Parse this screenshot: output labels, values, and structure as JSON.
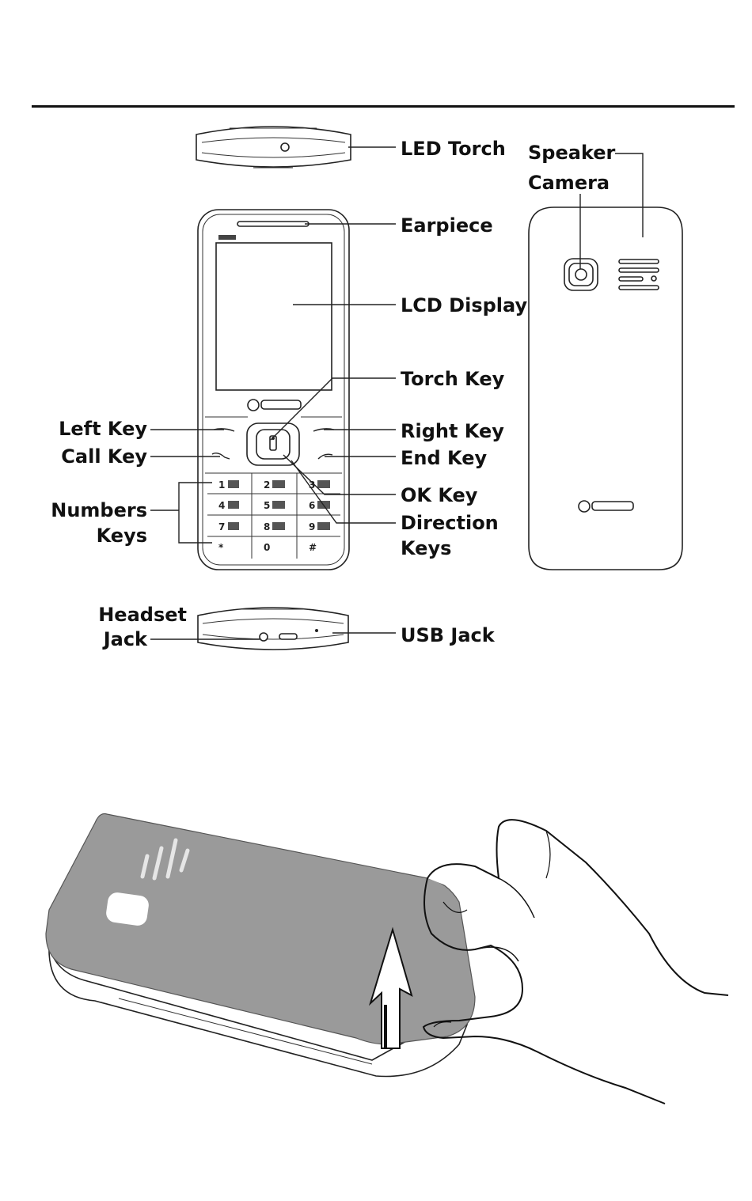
{
  "labels": {
    "led_torch": "LED Torch",
    "speaker": "Speaker",
    "camera": "Camera",
    "earpiece": "Earpiece",
    "lcd_display": "LCD Display",
    "torch_key": "Torch Key",
    "left_key": "Left Key",
    "right_key": "Right Key",
    "call_key": "Call Key",
    "end_key": "End Key",
    "numbers_keys_1": "Numbers",
    "numbers_keys_2": "Keys",
    "ok_key": "OK Key",
    "direction_keys_1": "Direction",
    "direction_keys_2": "Keys",
    "headset_jack_1": "Headset",
    "headset_jack_2": "Jack",
    "usb_jack": "USB Jack"
  },
  "keypad": [
    "1",
    "2",
    "3",
    "4",
    "5",
    "6",
    "7",
    "8",
    "9",
    "*",
    "0",
    "#"
  ],
  "colors": {
    "cover": "#9a9a9a",
    "line": "#222222"
  },
  "icons": [
    "arrow-up-icon",
    "hand-icon"
  ]
}
